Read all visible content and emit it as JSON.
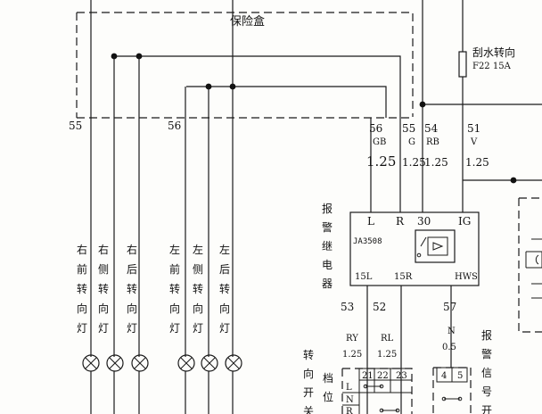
{
  "fuse_box": {
    "title": "保险盒"
  },
  "fuse": {
    "name": "刮水转向",
    "rating": "F22 15A"
  },
  "wires": {
    "w55_left": "55",
    "w56_left": "56",
    "w56": {
      "no": "56",
      "color": "GB",
      "size": "1.25"
    },
    "w55": {
      "no": "55",
      "color": "G",
      "size": "1.25"
    },
    "w54": {
      "no": "54",
      "color": "RB",
      "size": "1.25"
    },
    "w51": {
      "no": "51",
      "color": "V",
      "size": "1.25"
    },
    "w53": "53",
    "w52": "52",
    "w57": "57",
    "ry": {
      "color": "RY",
      "size": "1.25"
    },
    "rl": {
      "color": "RL",
      "size": "1.25"
    },
    "n": {
      "color": "N",
      "size": "0.5"
    }
  },
  "lamps": [
    {
      "label": [
        "右",
        "前",
        "转",
        "向",
        "灯"
      ]
    },
    {
      "label": [
        "右",
        "侧",
        "转",
        "向",
        "灯"
      ]
    },
    {
      "label": [
        "右",
        "后",
        "转",
        "向",
        "灯"
      ]
    },
    {
      "label": [
        "左",
        "前",
        "转",
        "向",
        "灯"
      ]
    },
    {
      "label": [
        "左",
        "侧",
        "转",
        "向",
        "灯"
      ]
    },
    {
      "label": [
        "左",
        "后",
        "转",
        "向",
        "灯"
      ]
    }
  ],
  "relay": {
    "vertical_label": [
      "报",
      "警",
      "继",
      "电",
      "器"
    ],
    "model": "JA3508",
    "pins_top": [
      "L",
      "R",
      "30",
      "IG"
    ],
    "pins_bottom": [
      "15L",
      "15R",
      "HWS"
    ]
  },
  "switch_left": {
    "vertical_label_1": [
      "转",
      "向",
      "开",
      "关"
    ],
    "vertical_label_2": [
      "档",
      "位"
    ],
    "pins": [
      "21",
      "22",
      "23"
    ],
    "rows": [
      "L",
      "N",
      "R"
    ]
  },
  "switch_right": {
    "pins": [
      "4",
      "5"
    ],
    "vertical_label": [
      "报",
      "警",
      "信",
      "号",
      "开"
    ]
  }
}
